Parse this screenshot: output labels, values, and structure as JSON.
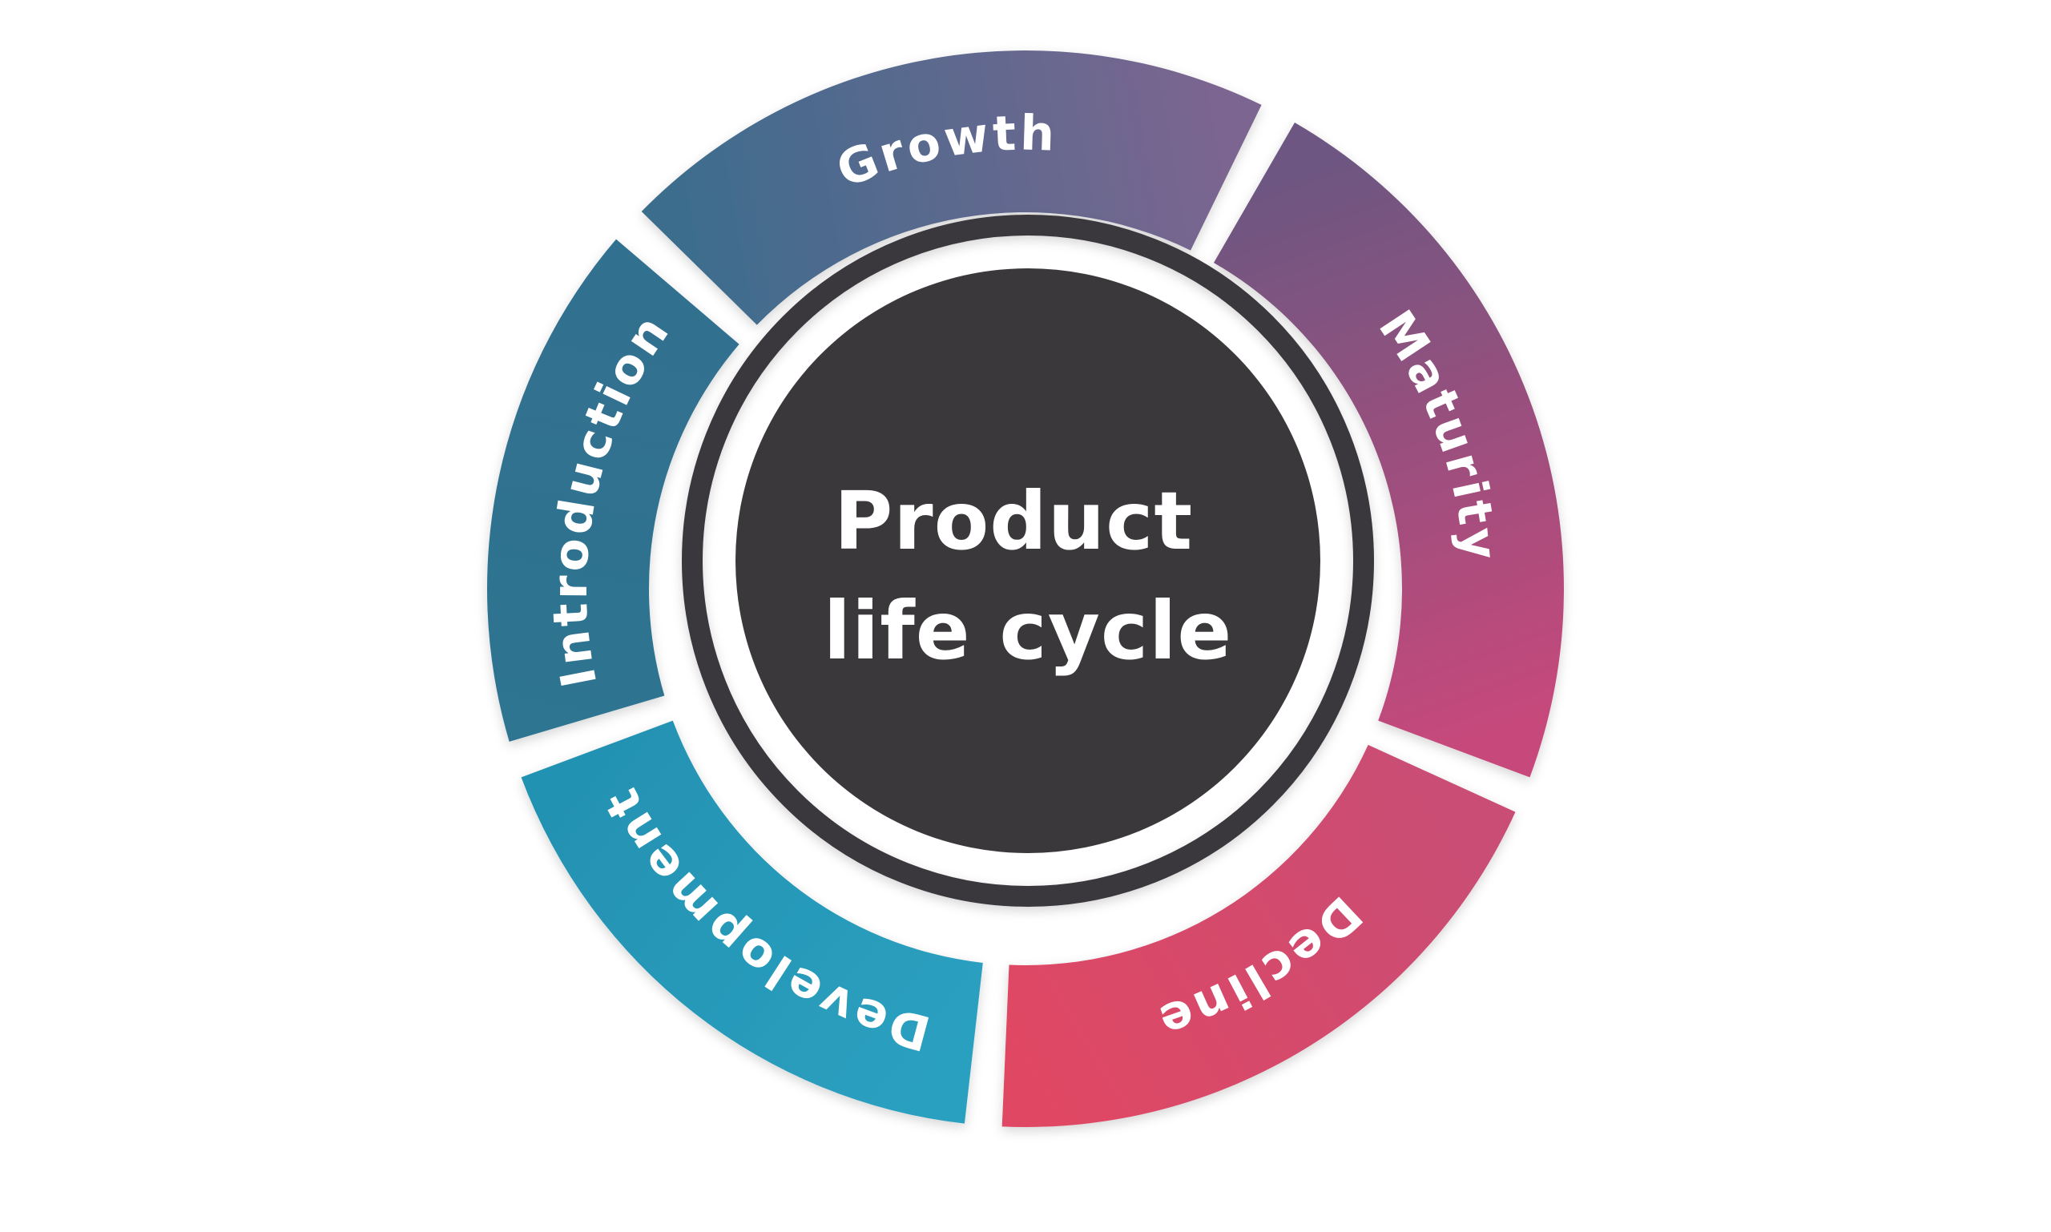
{
  "diagram": {
    "title": {
      "line1": "Product",
      "line2": "life cycle"
    },
    "stages": [
      {
        "label": "Development",
        "start_angle": 186.5,
        "end_angle": 249.5,
        "label_angle": 218,
        "color_start": "#2ba0c0",
        "color_end": "#2492b2"
      },
      {
        "label": "Introduction",
        "start_angle": 253.5,
        "end_angle": 310.5,
        "label_angle": 282,
        "color_start": "#2e7491",
        "color_end": "#31708f"
      },
      {
        "label": "Growth",
        "start_angle": 314.5,
        "end_angle": 386.0,
        "label_angle": 350,
        "color_start": "#3e6d8d",
        "color_end": "#7b6590"
      },
      {
        "label": "Maturity",
        "start_angle": 30.0,
        "end_angle": 110.5,
        "label_angle": 70,
        "color_start": "#6d5681",
        "color_end": "#c7497b"
      },
      {
        "label": "Decline",
        "start_angle": 114.5,
        "end_angle": 182.5,
        "label_angle": 148.5,
        "color_start": "#c94e75",
        "color_end": "#e04763"
      }
    ],
    "colors": {
      "core": "#3b383c",
      "ring": "#3b383c",
      "label_text": "#ffffff",
      "title_text": "#ffffff",
      "background": "#ffffff"
    }
  }
}
